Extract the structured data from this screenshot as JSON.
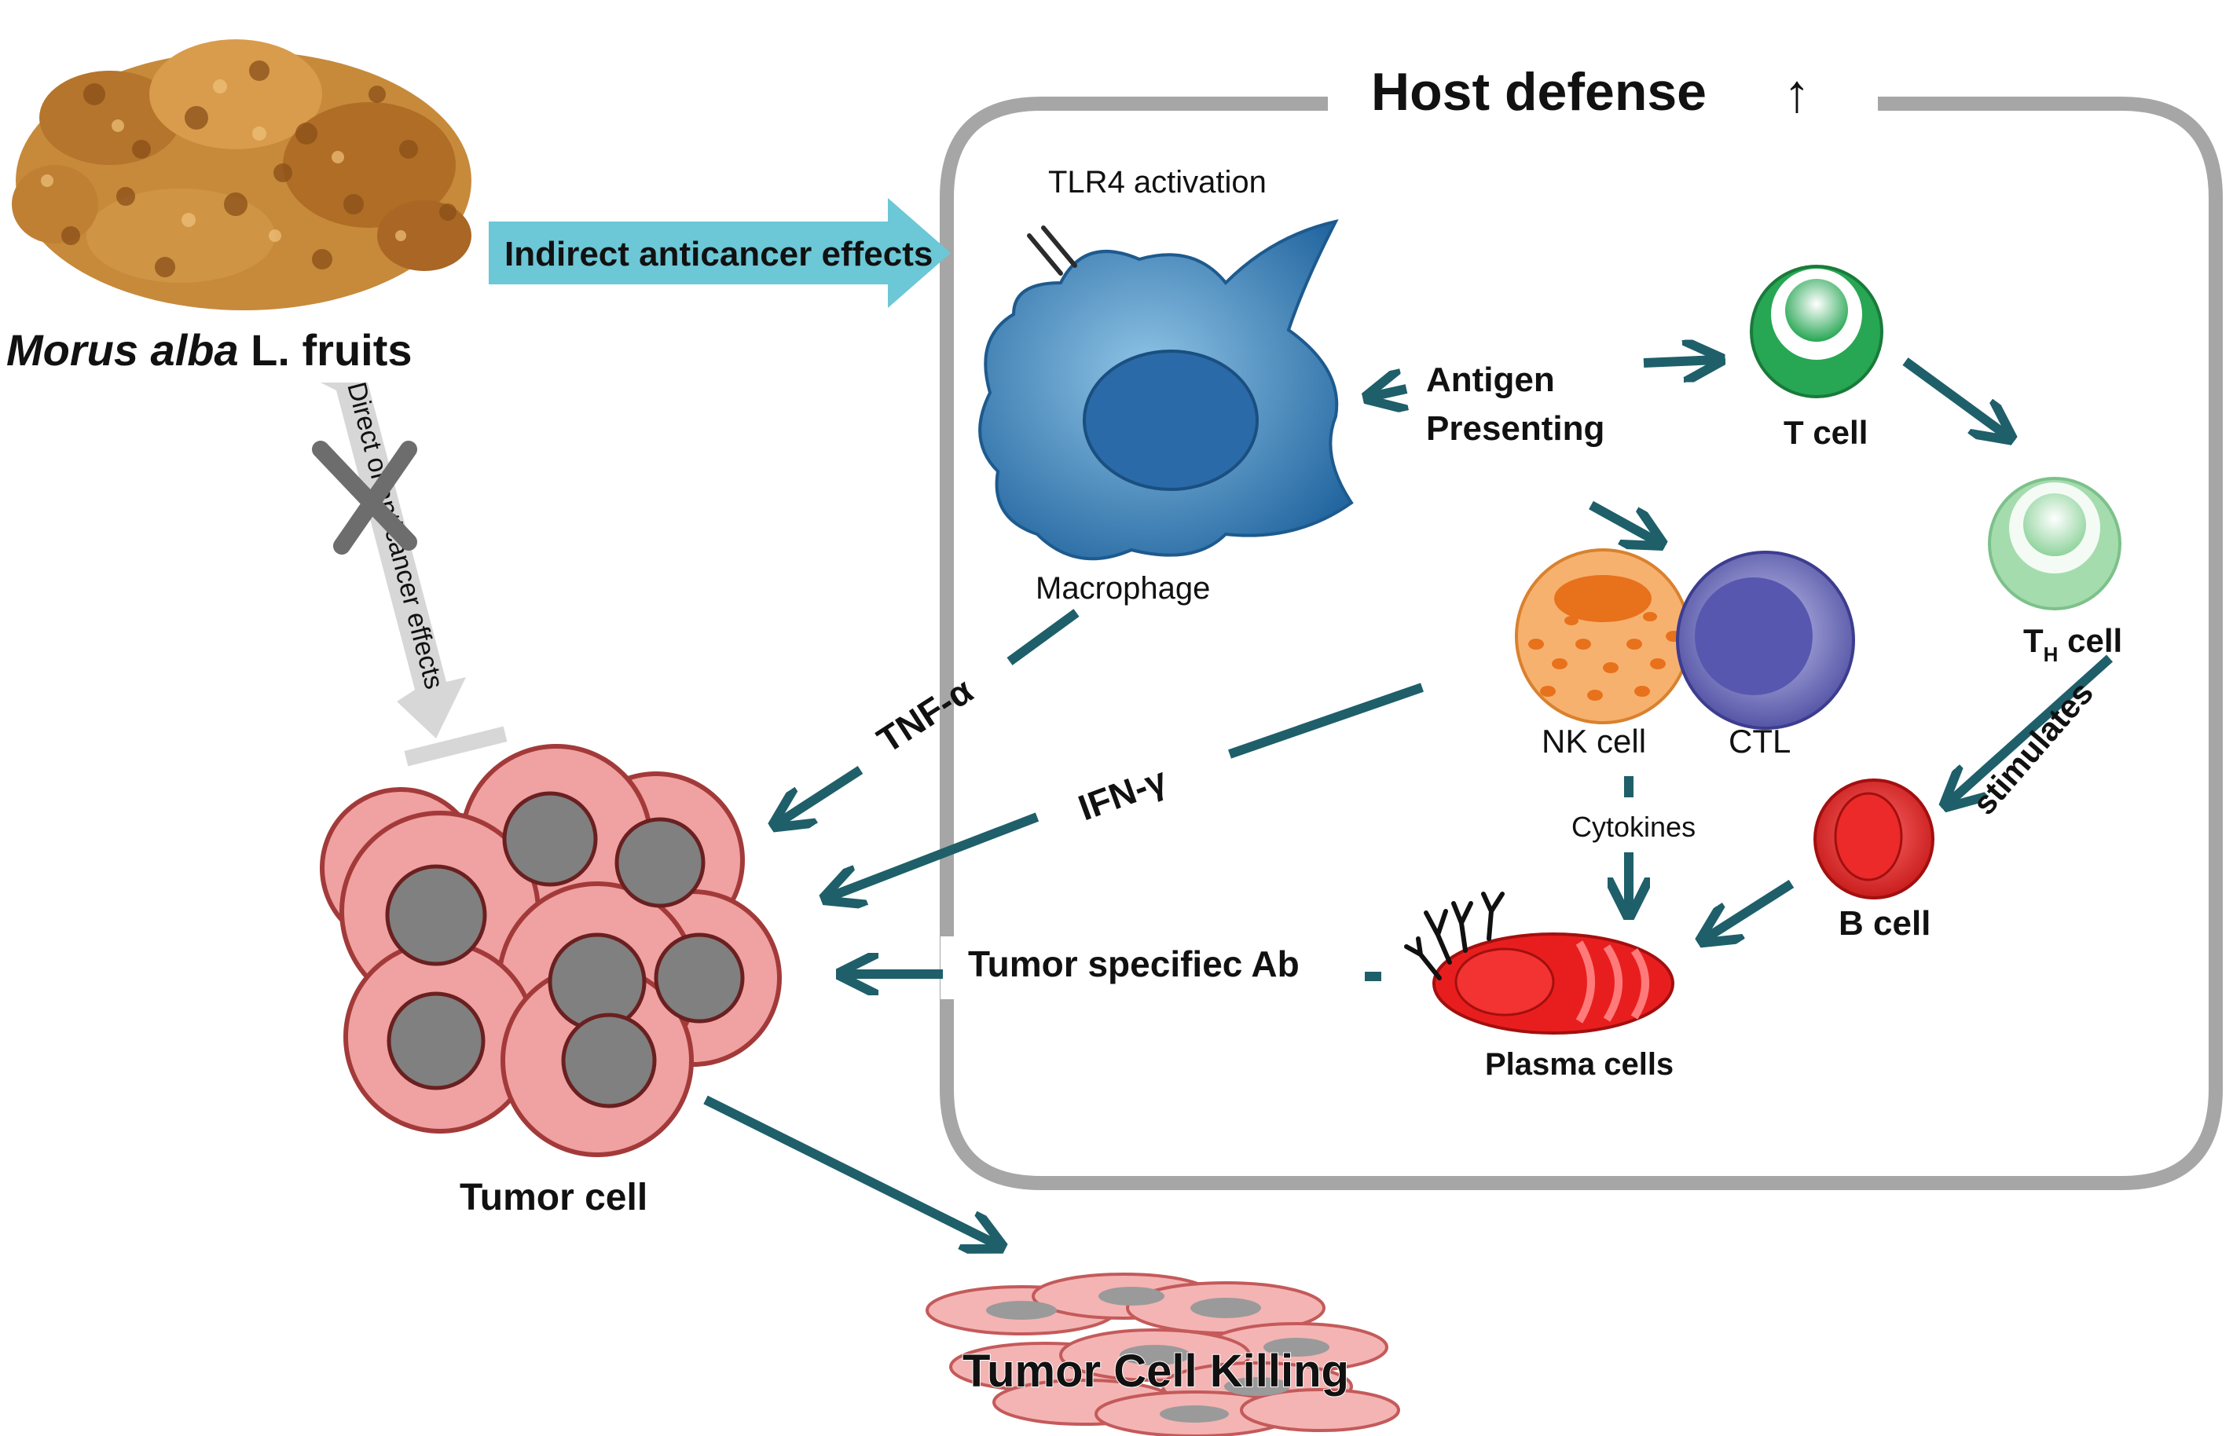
{
  "header": {
    "title": "Host defense",
    "title_arrow": "↑"
  },
  "source": {
    "genus_species": "Morus alba",
    "rest": " L. fruits"
  },
  "arrows": {
    "indirect": "Indirect anticancer effects",
    "direct": "Direct of anticancer effects",
    "direct_status": "blocked"
  },
  "cells": {
    "macrophage": "Macrophage",
    "tlr4": "TLR4 activation",
    "antigen_line1": "Antigen",
    "antigen_line2": "Presenting",
    "t_cell": "T cell",
    "th_T": "T",
    "th_H": "H",
    "th_cell": " cell",
    "nk_cell": "NK cell",
    "ctl": "CTL",
    "b_cell": "B cell",
    "plasma_cells": "Plasma cells",
    "tumor_cell": "Tumor cell",
    "tumor_killing": "Tumor Cell Killing"
  },
  "signals": {
    "tnf": "TNF-α",
    "ifn": "IFN-γ",
    "cytokines": "Cytokines",
    "stimulates": "stimulates",
    "ab": "Tumor specifiec Ab"
  },
  "colors": {
    "arrow_teal": "#1e5f6a",
    "indirect_fill": "#6cc7d6",
    "direct_fill": "#d7d7d7",
    "box_stroke": "#a6a6a6",
    "tumor_fill": "#f0a1a1",
    "tumor_stroke": "#a33a3a",
    "nucleus": "#808080",
    "macrophage": "#2b76ad",
    "t_cell": "#2fb35c",
    "th_cell": "#9ad9a5",
    "nk_cell": "#f5a35a",
    "ctl": "#6868b8",
    "b_cell": "#de2626"
  }
}
